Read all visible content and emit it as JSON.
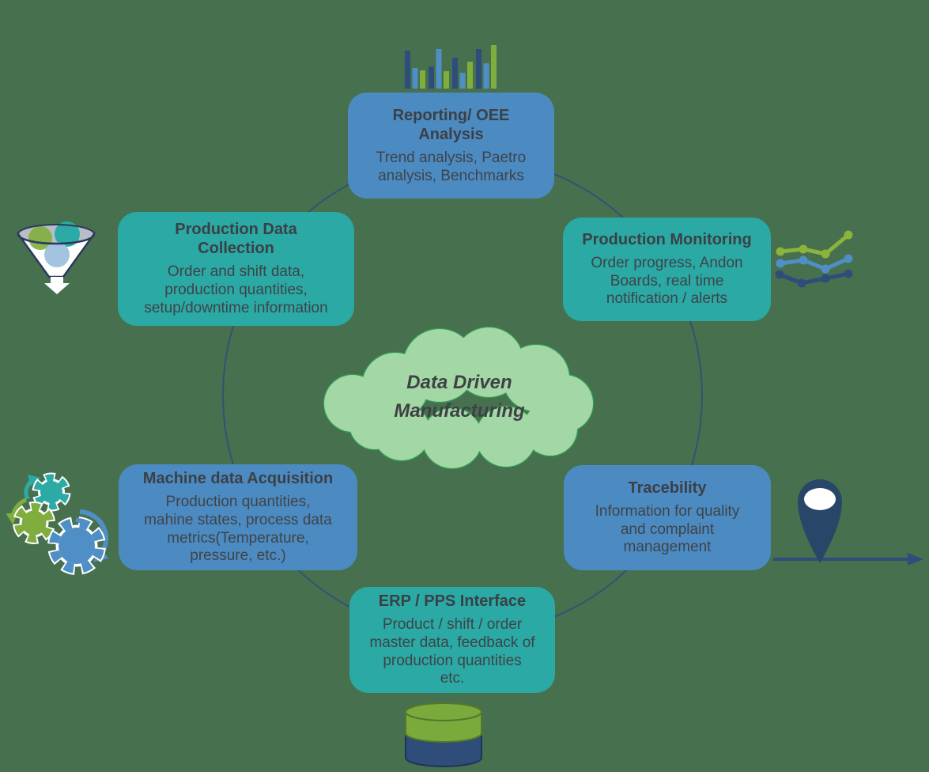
{
  "title": "Data Driven Manufacturing",
  "diagram": {
    "center_label": "Data Driven\nManufacturing",
    "nodes": [
      {
        "id": "reporting-oee",
        "title": "Reporting/ OEE\nAnalysis",
        "body": "Trend analysis, Paetro\nanalysis, Benchmarks",
        "style": "blue",
        "icon": "bar-chart-icon"
      },
      {
        "id": "production-data-collection",
        "title": "Production Data\nCollection",
        "body": "Order and shift data,\nproduction quantities,\nsetup/downtime information",
        "style": "teal",
        "icon": "funnel-icon"
      },
      {
        "id": "production-monitoring",
        "title": "Production Monitoring",
        "body": "Order progress, Andon\nBoards, real time\nnotification / alerts",
        "style": "teal",
        "icon": "line-chart-icon"
      },
      {
        "id": "machine-data-acquisition",
        "title": "Machine data Acquisition",
        "body": "Production quantities,\nmahine states, process data\nmetrics(Temperature,\npressure, etc.)",
        "style": "blue",
        "icon": "gears-icon"
      },
      {
        "id": "tracebility",
        "title": "Tracebility",
        "body": "Information for quality\nand complaint\nmanagement",
        "style": "blue",
        "icon": "map-pin-icon"
      },
      {
        "id": "erp-pps-interface",
        "title": "ERP / PPS Interface",
        "body": "Product / shift / order\nmaster data, feedback of\nproduction quantities\netc.",
        "style": "teal",
        "icon": "database-icon"
      }
    ],
    "colors": {
      "background": "#47704f",
      "box_blue": "#4c8ac2",
      "box_teal": "#2aa9a5",
      "text": "#3f4448",
      "cloud_fill": "#a3d7a5",
      "cloud_stroke": "#2f9e51",
      "connector_circle": "#2e4d7b",
      "accent_dark_blue": "#2e4d7b",
      "accent_mid_blue": "#4f8fc6",
      "accent_green": "#7fae3e",
      "pin_navy": "#274668"
    }
  }
}
